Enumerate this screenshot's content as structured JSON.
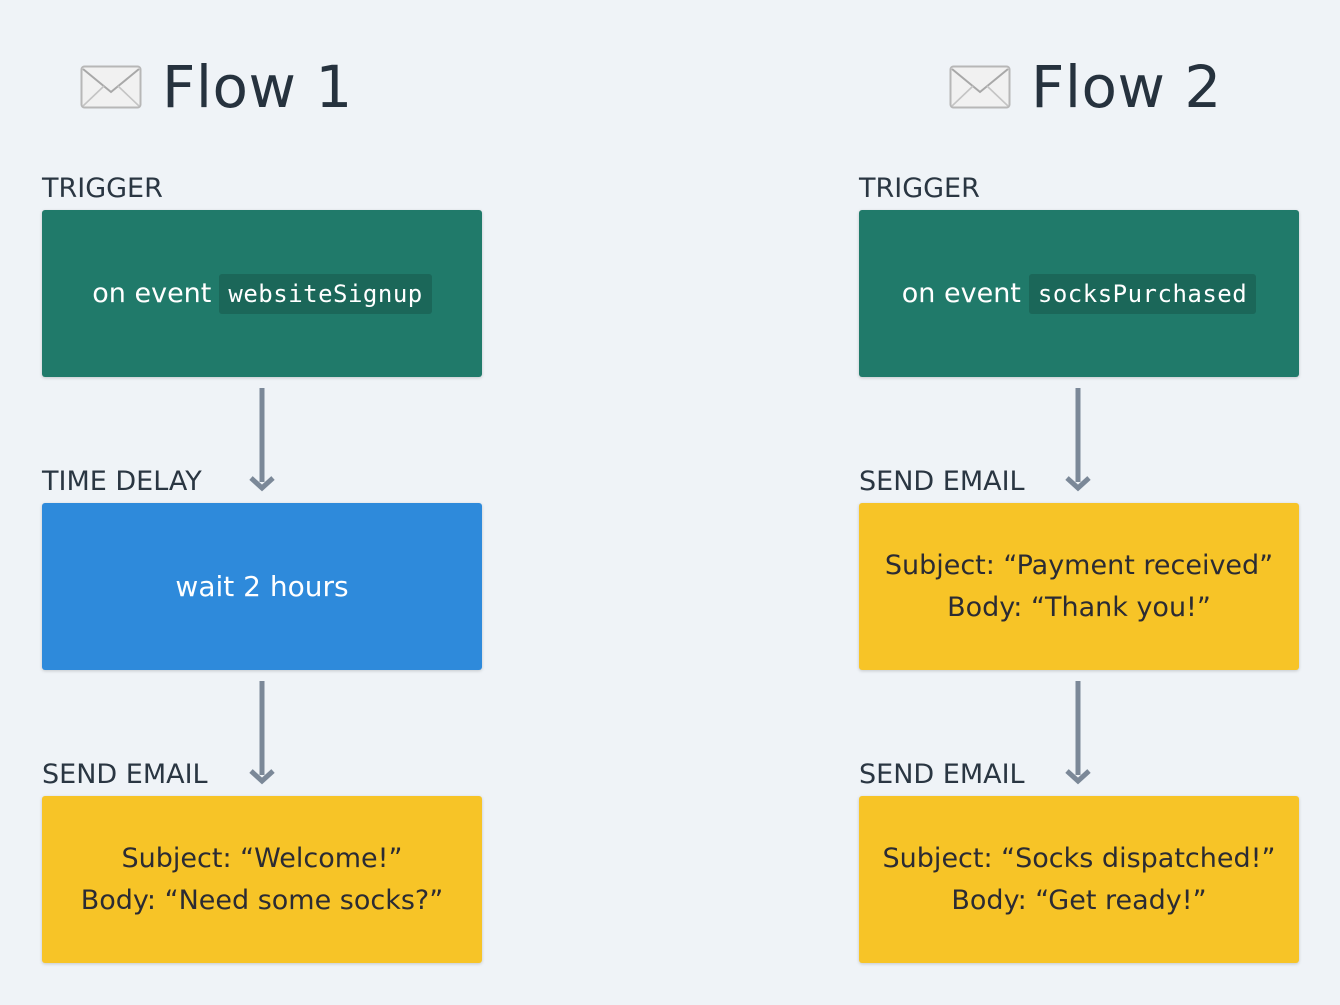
{
  "colors": {
    "background": "#eff3f7",
    "trigger": "#207a6a",
    "time_delay": "#2e8adb",
    "send_email": "#f7c427",
    "arrow": "#7b8898"
  },
  "flows": [
    {
      "icon": "envelope-icon",
      "title": "Flow 1",
      "trigger": {
        "label": "TRIGGER",
        "prefix": "on event",
        "event": "websiteSignup"
      },
      "delay": {
        "label": "TIME DELAY",
        "text": "wait 2 hours"
      },
      "email": {
        "label": "SEND EMAIL",
        "subject": "Subject: “Welcome!”",
        "body": "Body: “Need some socks?”"
      }
    },
    {
      "icon": "envelope-icon",
      "title": "Flow 2",
      "trigger": {
        "label": "TRIGGER",
        "prefix": "on event",
        "event": "socksPurchased"
      },
      "email1": {
        "label": "SEND EMAIL",
        "subject": "Subject: “Payment received”",
        "body": "Body: “Thank you!”"
      },
      "email2": {
        "label": "SEND EMAIL",
        "subject": "Subject: “Socks dispatched!”",
        "body": "Body: “Get ready!”"
      }
    }
  ]
}
